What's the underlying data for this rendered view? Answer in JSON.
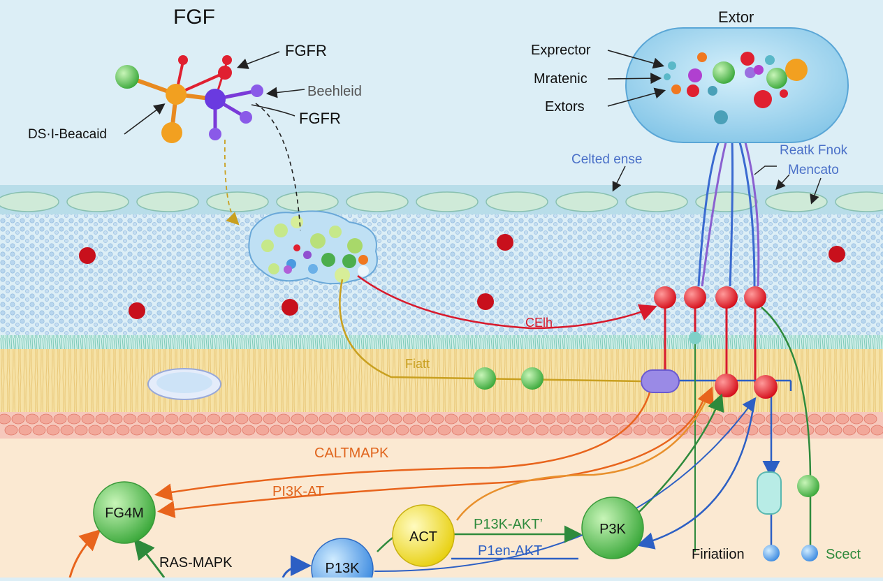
{
  "labels": {
    "title": "FGF",
    "fgfr_top": "FGFR",
    "beehleid": "Beehleid",
    "fgfr_mid": "FGFR",
    "ds_beacaid": "DS·I-Beacaid",
    "extor": "Extor",
    "expector": "Exprector",
    "mratenic": "Mratenic",
    "extors": "Extors",
    "celted_ense": "Celted ense",
    "reatk_fnok": "Reatk Fnok",
    "mencato": "Mencato",
    "cellh": "CElh",
    "fiatt": "Fiatt",
    "caltmapk": "CALTMAPK",
    "pi3k_at": "PI3K-AT",
    "fg4m": "FG4M",
    "ras_mapk": "RAS-MAPK",
    "act": "ACT",
    "p13k_akt_top": "P13K-AKT’",
    "p1en_akt": "P1en-AKT",
    "p3k": "P3K",
    "p13k": "P13K",
    "firiatiion": "Firiatiion",
    "scect": "Scect"
  },
  "colors": {
    "background": "#dceef6",
    "cytoplasm": "#fbe9d2",
    "membrane_lipid": "#f4d98c",
    "receptor_red": "#e0101c",
    "node_green": "#48b848",
    "node_yellow": "#f2e020",
    "arrow_orange": "#e8641c",
    "arrow_blue": "#2c5fc4",
    "arrow_green": "#2e8a3c",
    "arrow_red": "#d81a2c"
  }
}
